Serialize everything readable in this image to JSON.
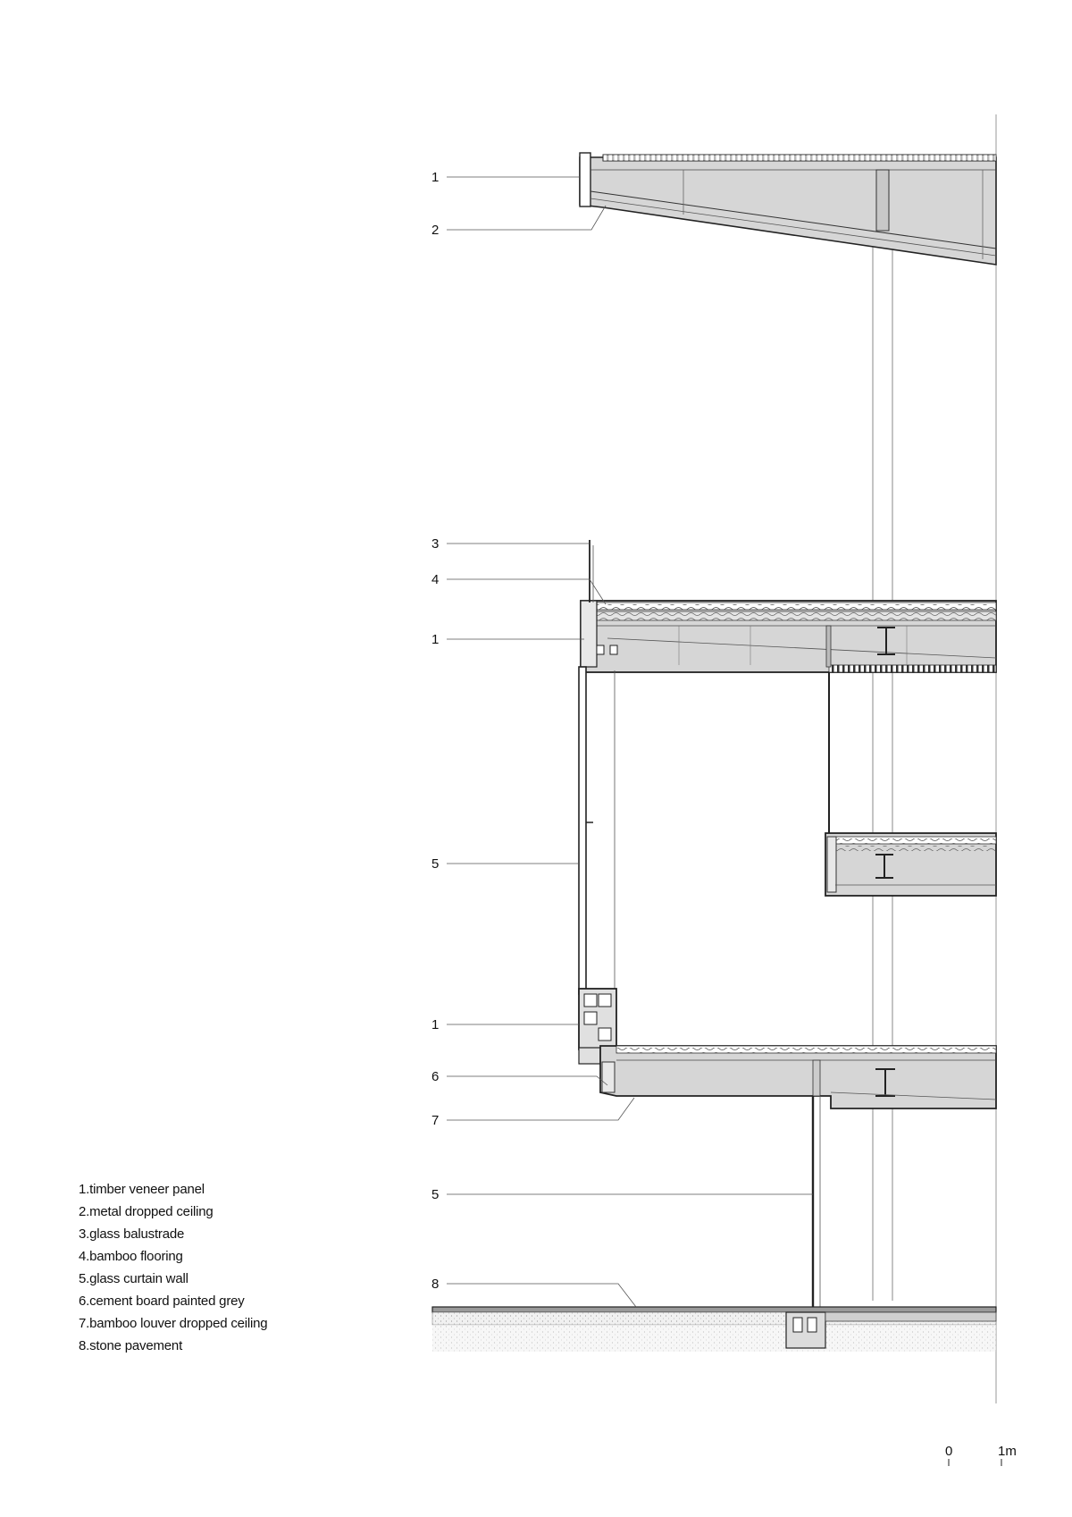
{
  "legend": [
    "1.timber veneer panel",
    "2.metal dropped ceiling",
    "3.glass balustrade",
    "4.bamboo flooring",
    "5.glass curtain wall",
    "6.cement board painted grey",
    "7.bamboo louver dropped ceiling",
    "8.stone pavement"
  ],
  "callouts": [
    "1",
    "2",
    "3",
    "4",
    "1",
    "5",
    "1",
    "6",
    "7",
    "5",
    "8"
  ],
  "scale": {
    "zero": "0",
    "one": "1m"
  },
  "colors": {
    "slab": "#d6d6d6",
    "line": "#222222",
    "leader": "#555555",
    "ground": "#ececec"
  }
}
